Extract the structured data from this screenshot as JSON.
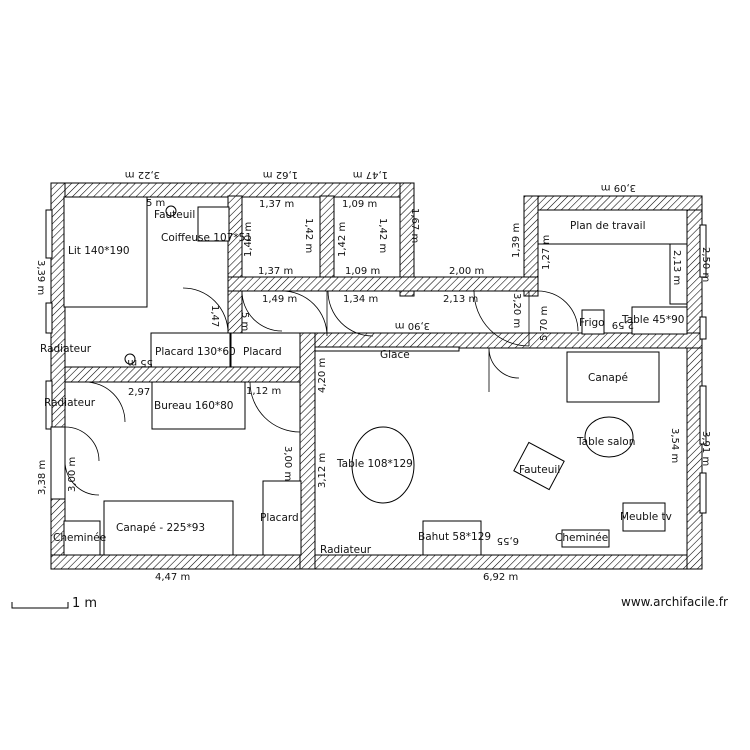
{
  "labels": {
    "lit": "Lit 140*190",
    "fauteuil_top": "Fauteuil",
    "coiffeuse": "Coiffeuse 107*51",
    "radiateur_1": "Radiateur",
    "radiateur_2": "Radiateur",
    "radiateur_3": "Radiateur",
    "placard_130": "Placard 130*60",
    "placard_small": "Placard",
    "placard_right": "Placard",
    "bureau": "Bureau 160*80",
    "canape_left": "Canapé - 225*93",
    "cheminee_left": "Cheminée",
    "glace": "Glace",
    "table_108": "Table 108*129",
    "bahut": "Bahut 58*129",
    "plan_travail": "Plan de travail",
    "frigo": "Frigo",
    "table_45": "Table 45*90",
    "canape_right": "Canapé",
    "table_salon": "Table salon",
    "fauteuil_right": "Fauteuil",
    "meuble_tv": "Meuble tv",
    "cheminee_right": "Cheminée"
  },
  "dims": {
    "top_322": "3,22 m",
    "top_162": "1,62 m",
    "top_147": "1,47 m",
    "top_309": "3,09 m",
    "d_137": "1,37 m",
    "d_109": "1,09 m",
    "d_142a": "1,42 m",
    "d_142b": "1,42 m",
    "d_140": "1,40 m",
    "d_142c": "1,42 m",
    "d_167": "1,67 m",
    "d_137b": "1,37 m",
    "d_109b": "1,09 m",
    "d_149": "1,49 m",
    "d_134": "1,34 m",
    "d_200": "2,00 m",
    "d_213": "2,13 m",
    "d_139": "1,39 m",
    "d_127": "1,27 m",
    "d_213b": "2,13 m",
    "d_250": "2,50 m",
    "d_390": "3,90 m",
    "d_339": "3,39 m",
    "d_147": "1,47",
    "d_5": "5 m",
    "d_320": "3,20 m",
    "d_570": "5,70 m",
    "d_259": "2,59",
    "d_55": "55 m",
    "d_297": "2,97",
    "d_112": "1,12 m",
    "d_420": "4,20 m",
    "d_338": "3,38 m",
    "d_300a": "3,00 m",
    "d_300b": "3,00 m",
    "d_312": "3,12 m",
    "d_354": "3,54 m",
    "d_391": "3,91 m",
    "d_655": "6,55",
    "bottom_447": "4,47 m",
    "bottom_692": "6,92 m",
    "d_5m": "5 m"
  },
  "scale": "1 m",
  "site": "www.archifacile.fr"
}
